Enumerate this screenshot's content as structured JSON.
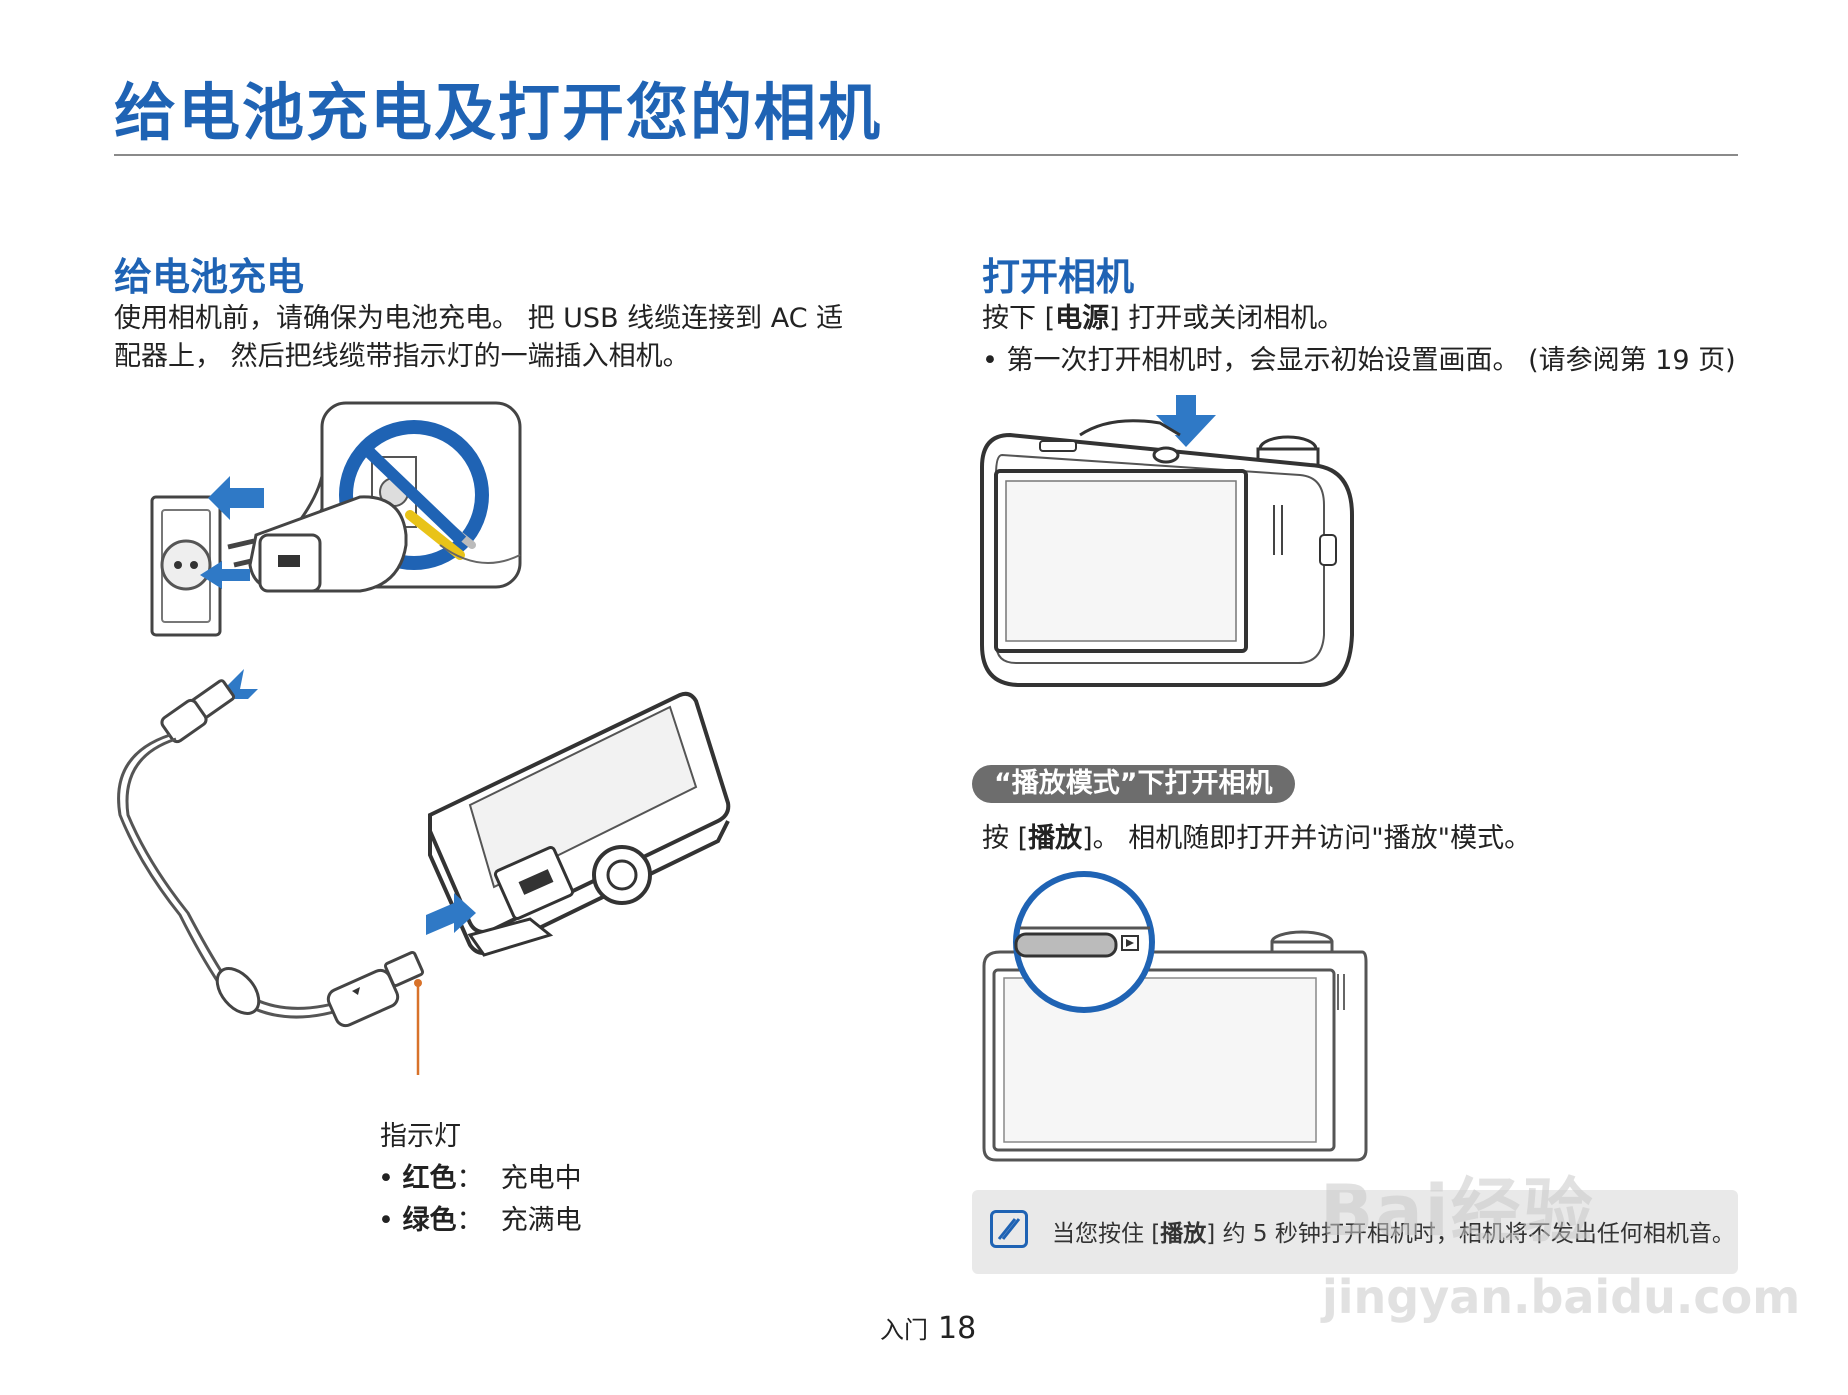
{
  "page": {
    "title": "给电池充电及打开您的相机"
  },
  "left_section": {
    "heading": "给电池充电",
    "intro_line1": "使用相机前，请确保为电池充电。 把 USB 线缆连接到 AC 适",
    "intro_line2": "配器上， 然后把线缆带指示灯的一端插入相机。",
    "indicator_label": "指示灯",
    "indicator_items": [
      {
        "color": "红色",
        "sep": "：",
        "state": "充电中"
      },
      {
        "color": "绿色",
        "sep": "：",
        "state": "充满电"
      }
    ]
  },
  "right_section": {
    "heading": "打开相机",
    "line1_pre": "按下 [",
    "line1_bold": "电源",
    "line1_post": "] 打开或关闭相机。",
    "bullet": "第一次打开相机时，会显示初始设置画面。 (请参阅第 19 页)",
    "playback_pill": "“播放模式”下打开相机",
    "playback_pre": "按 [",
    "playback_bold": "播放",
    "playback_post": "]。 相机随即打开并访问\"播放\"模式。",
    "note_pre": "当您按住 [",
    "note_bold": "播放",
    "note_post": "] 约 5 秒钟打开相机时，相机将不发出任何相机音。"
  },
  "footer": {
    "label": "入门",
    "page_number": "18"
  },
  "watermark": {
    "line1": "Bai经验",
    "line2": "jingyan.baidu.com"
  },
  "colors": {
    "accent": "#1f63b4",
    "arrow": "#2f79c6",
    "indicator_line": "#d8722a"
  }
}
